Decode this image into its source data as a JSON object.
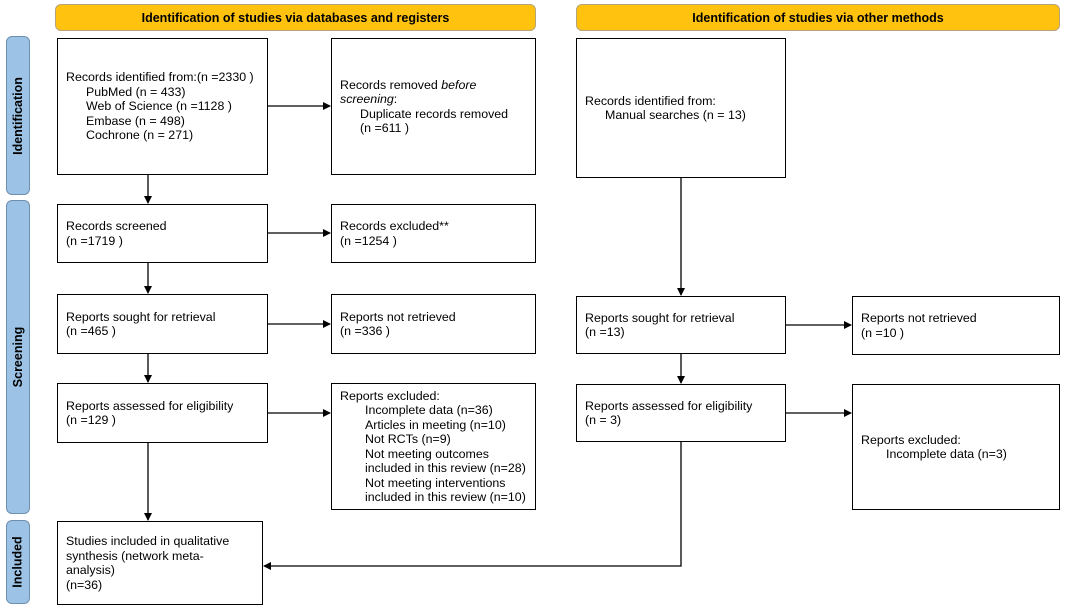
{
  "headers": {
    "databases": "Identification of studies via databases and registers",
    "other": "Identification of studies via other methods"
  },
  "phases": {
    "identification": "Identification",
    "screening": "Screening",
    "included": "Included"
  },
  "boxes": {
    "records_identified": {
      "line1": "Records identified from:(n =2330 )",
      "line2": "PubMed (n = 433)",
      "line3": "Web of Science (n =1128 )",
      "line4": "Embase (n = 498)",
      "line5": "Cochrone (n = 271)"
    },
    "records_removed": {
      "line1_prefix": "Records removed ",
      "line1_italic": "before",
      "line2_italic": "screening",
      "line2_suffix": ":",
      "line3": "Duplicate records removed",
      "line4": "(n =611 )"
    },
    "records_screened": {
      "line1": "Records screened",
      "line2": "(n =1719 )"
    },
    "records_excluded": {
      "line1": "Records excluded**",
      "line2": "(n =1254 )"
    },
    "reports_sought": {
      "line1": "Reports sought for retrieval",
      "line2": "(n =465 )"
    },
    "reports_not_retrieved": {
      "line1": "Reports not retrieved",
      "line2": "(n =336 )"
    },
    "reports_assessed": {
      "line1": "Reports assessed for eligibility",
      "line2": "(n =129 )"
    },
    "reports_excluded": {
      "line1": "Reports excluded:",
      "line2": "Incomplete data (n=36)",
      "line3": "Articles in meeting (n=10)",
      "line4": "Not RCTs (n=9)",
      "line5": "Not meeting outcomes",
      "line6": "included in this review (n=28)",
      "line7": "Not meeting interventions",
      "line8": "included in this review (n=10)"
    },
    "studies_included": {
      "line1": "Studies included in qualitative",
      "line2": "synthesis (network meta-",
      "line3": "analysis)",
      "line4": "(n=36)"
    },
    "other_identified": {
      "line1": "Records identified from:",
      "line2": "Manual searches (n = 13)"
    },
    "other_sought": {
      "line1": "Reports sought for retrieval",
      "line2": "(n =13)"
    },
    "other_not_retrieved": {
      "line1": "Reports not retrieved",
      "line2": "(n =10 )"
    },
    "other_assessed": {
      "line1": "Reports assessed for eligibility",
      "line2": "(n = 3)"
    },
    "other_excluded": {
      "line1": "Reports excluded:",
      "line2": "Incomplete data (n=3)"
    }
  },
  "colors": {
    "header_fill": "#ffc20e",
    "phase_fill": "#9cc3e5",
    "line": "#000000"
  }
}
